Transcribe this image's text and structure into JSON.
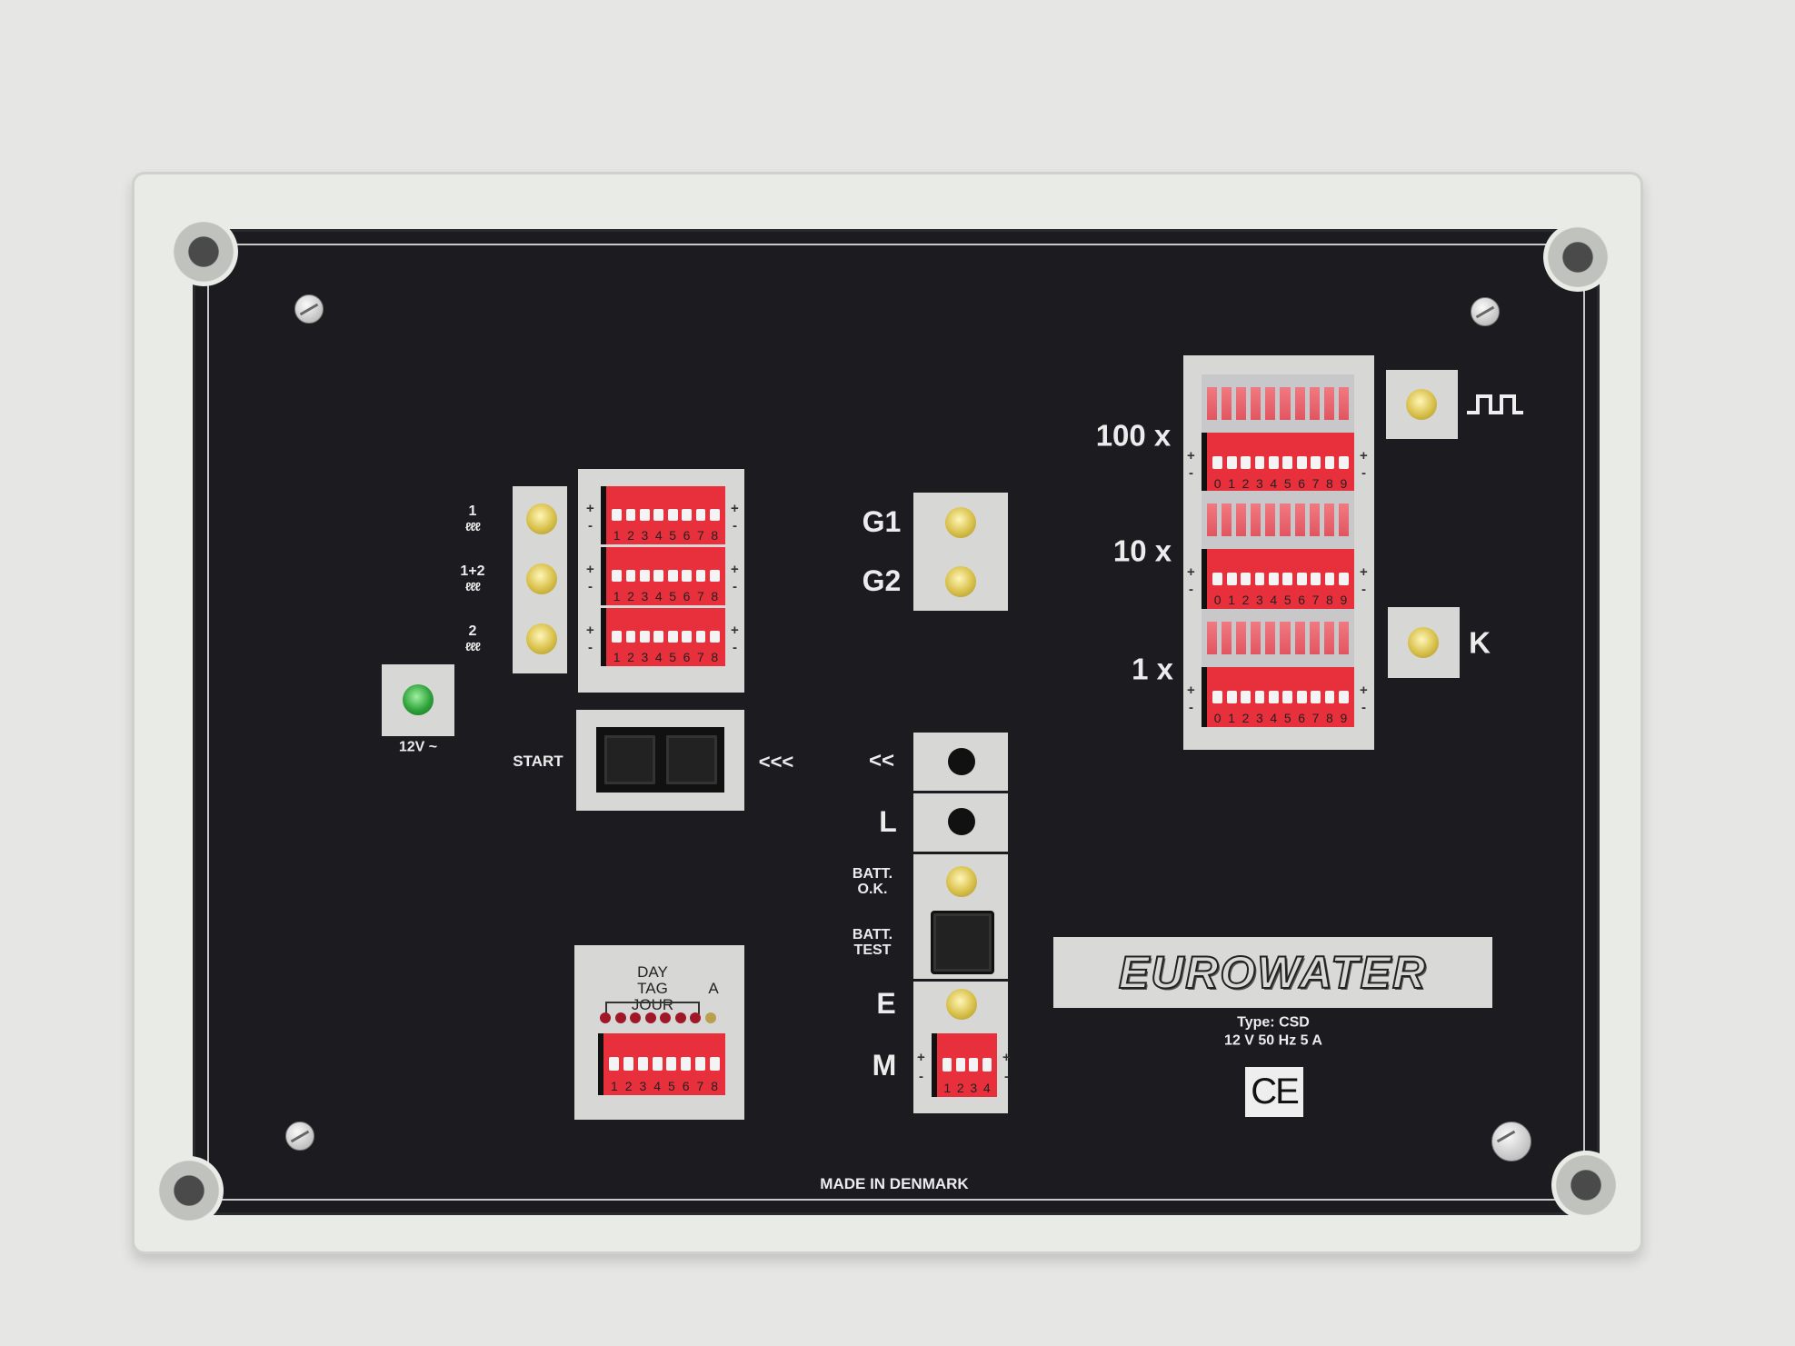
{
  "coil_labels": [
    "1",
    "1+2",
    "2"
  ],
  "coil_symbol": "ℓℓℓ",
  "power_label": "12V ~",
  "start_label": "START",
  "start_arrow": "<<<",
  "g_labels": [
    "G1",
    "G2"
  ],
  "scale_labels": [
    "100 x",
    "10 x",
    "1 x"
  ],
  "pulse_icon": "square-wave-icon",
  "k_label": "K",
  "mid_labels": {
    "back": "<<",
    "l": "L",
    "batt_ok": "BATT.\nO.K.",
    "batt_test": "BATT.\nTEST",
    "e": "E",
    "m": "M"
  },
  "day_labels": {
    "day": "DAY",
    "tag": "TAG",
    "jour": "JOUR",
    "a": "A"
  },
  "dip8": [
    "1",
    "2",
    "3",
    "4",
    "5",
    "6",
    "7",
    "8"
  ],
  "dip10": [
    "0",
    "1",
    "2",
    "3",
    "4",
    "5",
    "6",
    "7",
    "8",
    "9"
  ],
  "dip4": [
    "1",
    "2",
    "3",
    "4"
  ],
  "brand": "EUROWATER",
  "type_line": "Type: CSD",
  "rating_line": "12 V 50 Hz 5 A",
  "ce_mark": "CE",
  "origin": "MADE IN DENMARK",
  "colors": {
    "panel": "#1c1c20",
    "dip_red": "#e8303c",
    "led_yellow": "#d8c04a",
    "led_green": "#2fa23b"
  }
}
